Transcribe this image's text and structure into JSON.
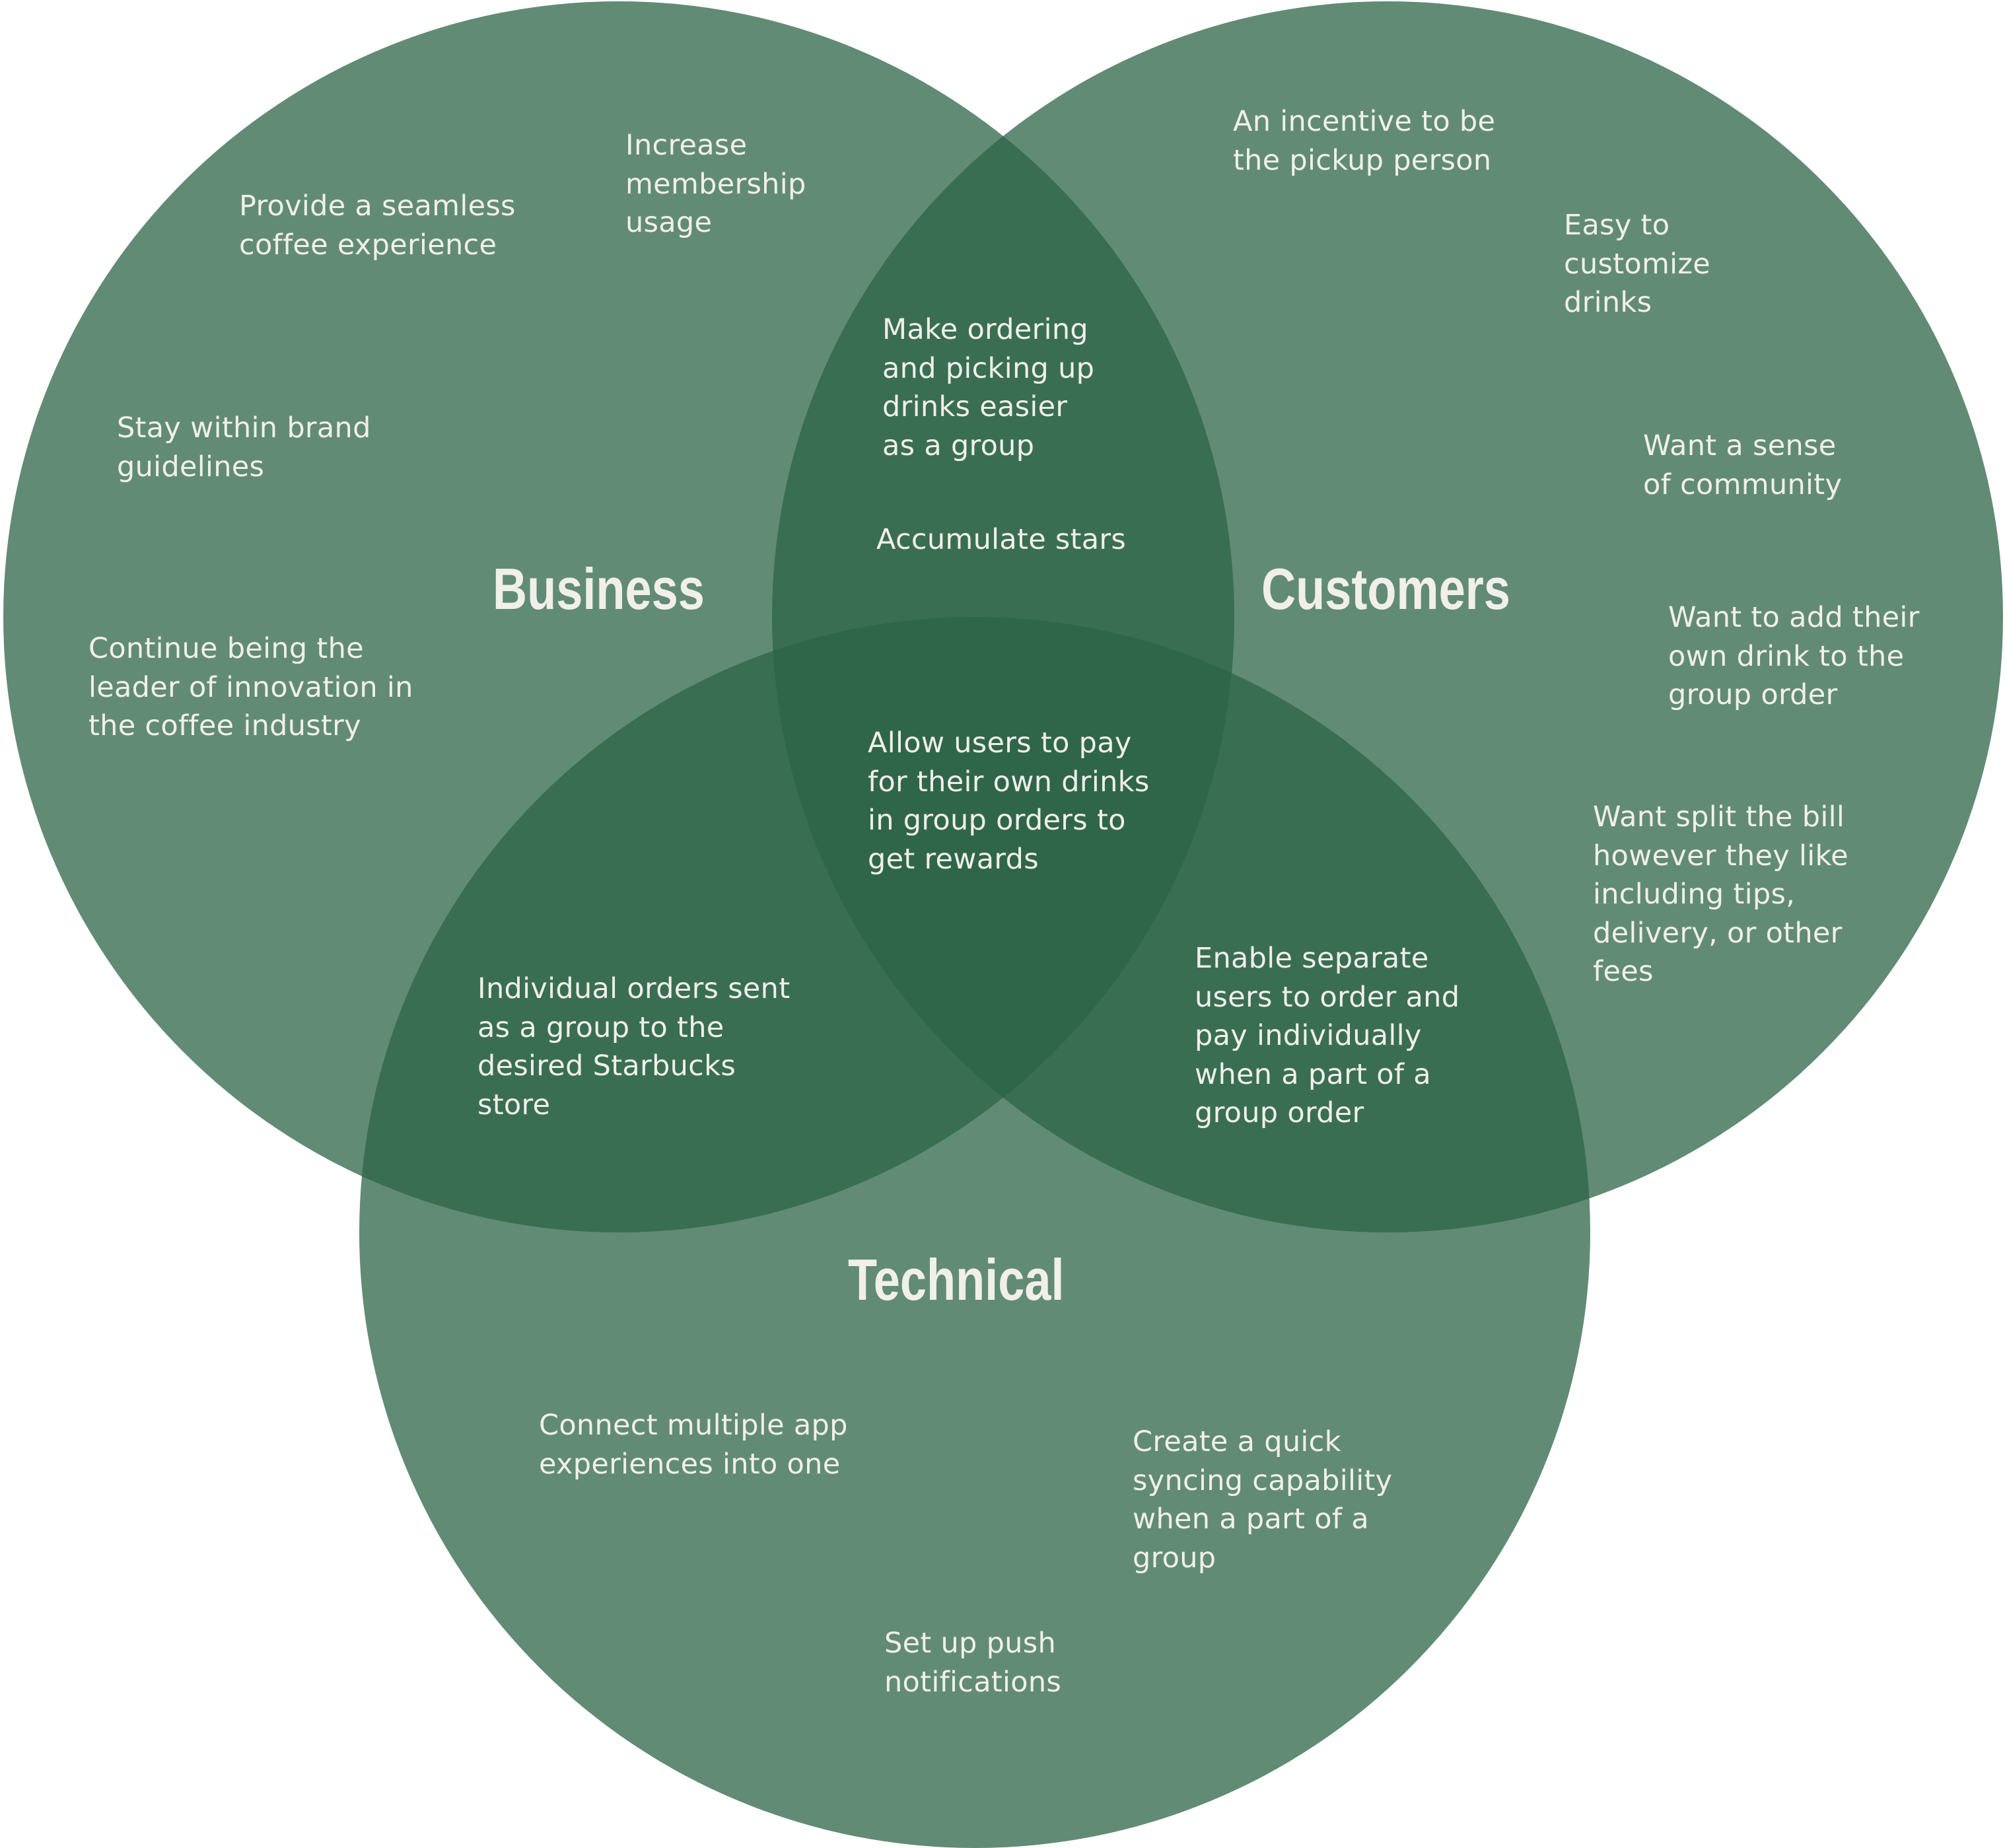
{
  "diagram": {
    "type": "venn",
    "colors": {
      "circle_fill": "#2c6447",
      "text": "#f1efe9",
      "background": "#ffffff"
    },
    "sets": {
      "business": "Business",
      "customers": "Customers",
      "technical": "Technical"
    },
    "regions": {
      "business_only": [
        "Provide a seamless\ncoffee experience",
        "Increase\nmembership\nusage",
        "Stay within brand\nguidelines",
        "Continue being the\nleader of innovation in\nthe coffee industry"
      ],
      "customers_only": [
        "An incentive to be\nthe pickup person",
        "Easy to\ncustomize\ndrinks",
        "Want a sense\nof community",
        "Want to add their\nown drink to the\ngroup order",
        "Want split the bill\nhowever they like\nincluding tips,\ndelivery, or other\nfees"
      ],
      "business_customers": [
        "Make ordering\nand picking up\ndrinks easier\nas a group",
        "Accumulate stars"
      ],
      "all_three": [
        "Allow users to pay\nfor their own drinks\nin group orders to\nget rewards"
      ],
      "business_technical": [
        "Individual orders sent\nas a group to the\ndesired Starbucks\nstore"
      ],
      "customers_technical": [
        "Enable separate\nusers to order and\npay individually\nwhen a part of a\ngroup order"
      ],
      "technical_only": [
        "Connect multiple app\nexperiences into one",
        "Create a quick\nsyncing capability\nwhen a part of a\ngroup",
        "Set up push\nnotifications"
      ]
    }
  }
}
